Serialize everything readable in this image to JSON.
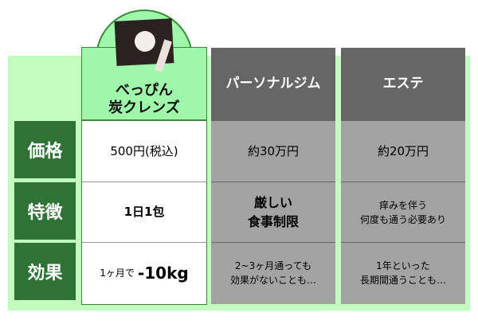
{
  "row_labels": [
    "価格",
    "特徴",
    "効果"
  ],
  "columns": [
    {
      "title_line1": "べっぴん",
      "title_line2": "炭クレンズ",
      "price": "500円(税込)",
      "feature": "1日1包",
      "effect_prefix": "1ヶ月で",
      "effect_main": "-10kg"
    },
    {
      "title": "パーソナルジム",
      "price": "約30万円",
      "feature_line1": "厳しい",
      "feature_line2": "食事制限",
      "effect_line1": "2~3ヶ月通っても",
      "effect_line2": "効果がないことも…"
    },
    {
      "title": "エステ",
      "price": "約20万円",
      "feature_line1": "痒みを伴う",
      "feature_line2": "何度も通う必要あり",
      "effect_line1": "1年といった",
      "effect_line2": "長期間通うことも…"
    }
  ]
}
